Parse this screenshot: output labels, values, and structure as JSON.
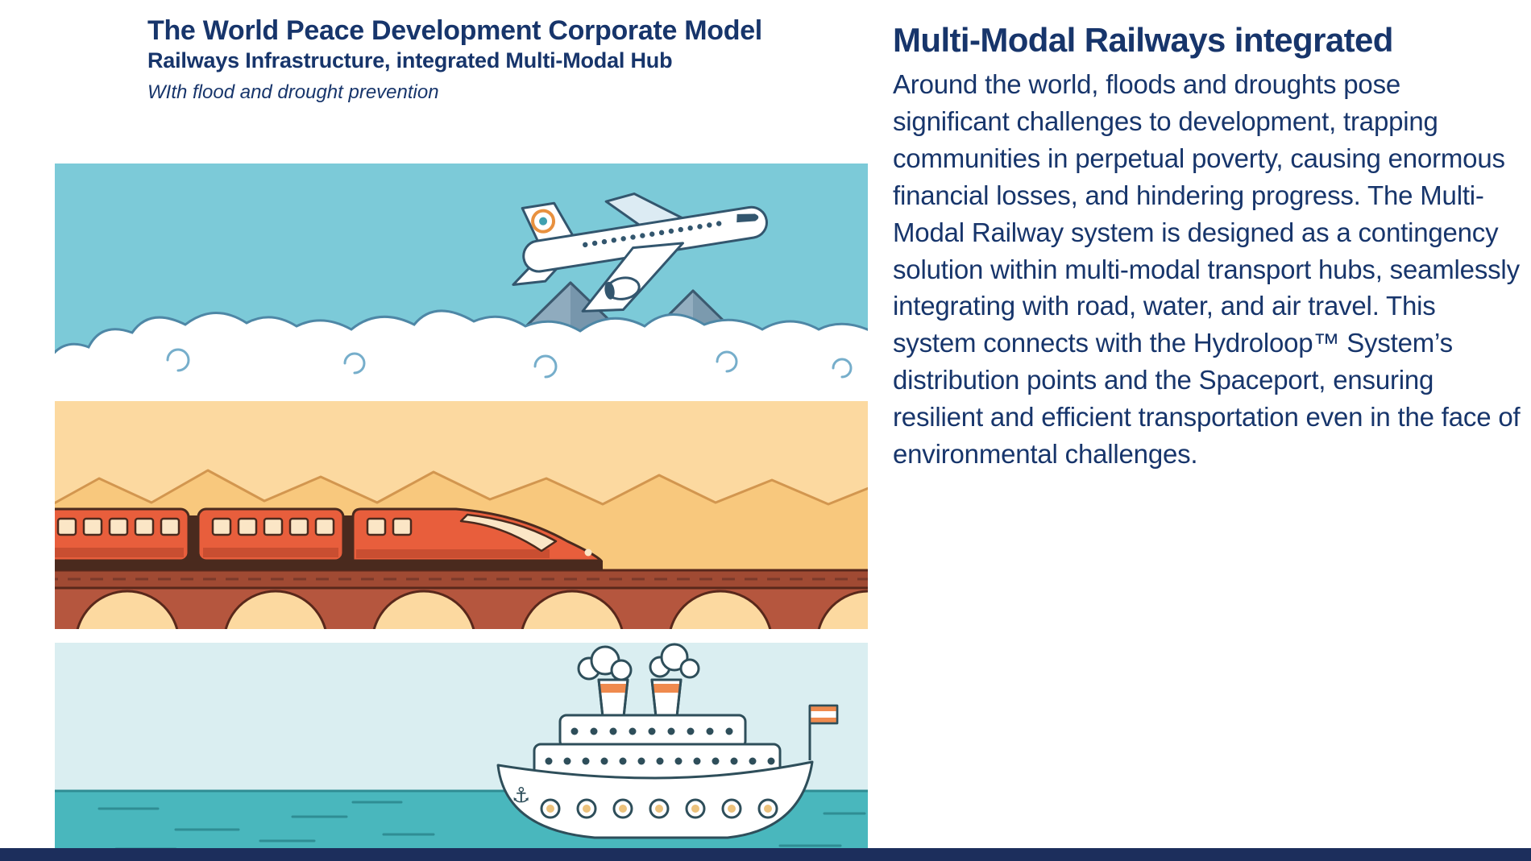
{
  "header": {
    "title": "The World Peace Development Corporate Model",
    "subtitle": "Railways Infrastructure, integrated Multi-Modal Hub",
    "tagline": "WIth flood and drought prevention"
  },
  "content": {
    "heading": "Multi-Modal Railways integrated",
    "body": "Around the world, floods and droughts pose significant challenges to development, trapping communities in perpetual poverty, causing enormous financial losses, and hindering progress. The Multi-Modal Railway system is designed as a contingency solution within multi-modal transport hubs, seamlessly integrating with road, water, and air travel. This system connects with the Hydroloop™ System’s distribution points and the Spaceport, ensuring resilient and efficient transportation even in the face of environmental challenges."
  },
  "illustrations": {
    "sky": {
      "icon": "airplane-over-clouds-illustration"
    },
    "train": {
      "icon": "train-on-arched-bridge-illustration"
    },
    "ship": {
      "icon": "cruise-ship-illustration"
    }
  },
  "colors": {
    "text_navy": "#17356b",
    "footer_bar": "#1c2e5c",
    "sky_blue": "#7ccad8",
    "desert_tan": "#fcd9a0",
    "sea_teal": "#49b7bd",
    "train_red": "#e85e3c",
    "bridge_brick": "#b5563e",
    "funnel_orange": "#ef8a4e"
  }
}
